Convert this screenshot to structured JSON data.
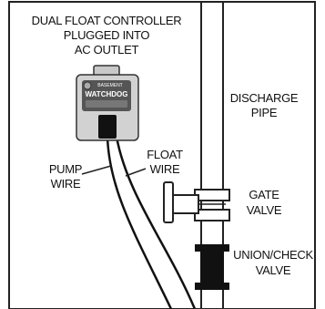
{
  "labels": {
    "controller_line1": "DUAL FLOAT CONTROLLER",
    "controller_line2": "PLUGGED INTO",
    "controller_line3": "AC OUTLET",
    "discharge_line1": "DISCHARGE",
    "discharge_line2": "PIPE",
    "pump_wire_line1": "PUMP",
    "pump_wire_line2": "WIRE",
    "float_wire_line1": "FLOAT",
    "float_wire_line2": "WIRE",
    "gate_valve_line1": "GATE",
    "gate_valve_line2": "VALVE",
    "check_valve_line1": "UNION/CHECK",
    "check_valve_line2": "VALVE"
  },
  "device": {
    "brand_line1": "BASEMENT",
    "brand_line2": "WATCHDOG"
  }
}
